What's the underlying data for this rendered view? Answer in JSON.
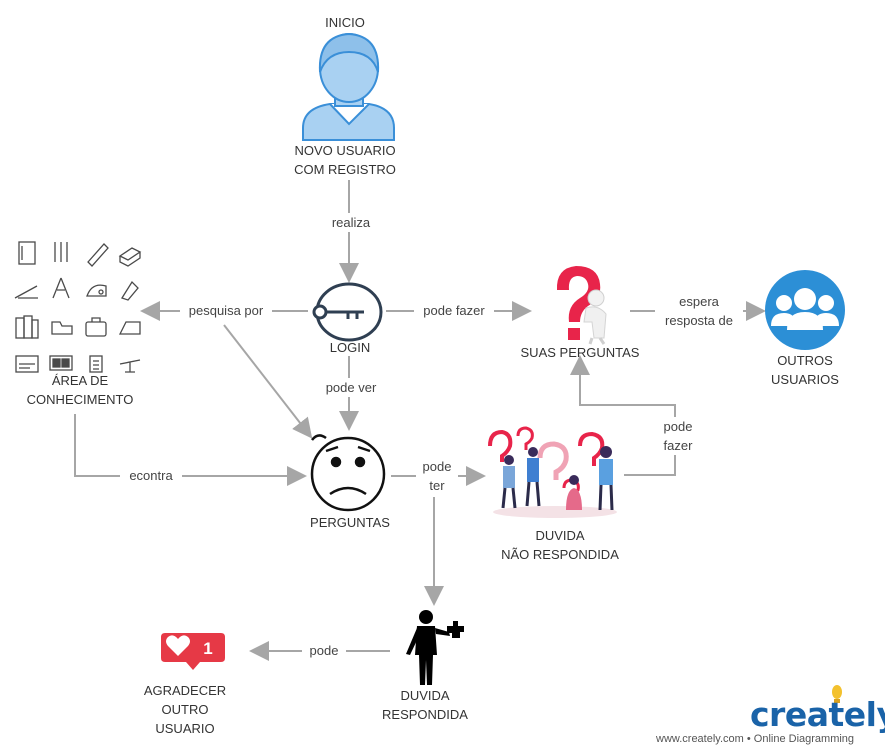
{
  "nodes": {
    "inicio": "INICIO",
    "novo_usuario": [
      "NOVO USUARIO",
      "COM REGISTRO"
    ],
    "login": "LOGIN",
    "suas_perguntas": "SUAS PERGUNTAS",
    "outros_usuarios": [
      "OUTROS",
      "USUARIOS"
    ],
    "area": [
      "ÁREA DE",
      "CONHECIMENTO"
    ],
    "perguntas": "PERGUNTAS",
    "duvida_nao": [
      "DUVIDA",
      "NÃO RESPONDIDA"
    ],
    "duvida_resp": [
      "DUVIDA",
      "RESPONDIDA"
    ],
    "agradecer": [
      "AGRADECER",
      "OUTRO",
      "USUARIO"
    ],
    "like_count": "1"
  },
  "edges": {
    "realiza": "realiza",
    "pesquisa_por": "pesquisa por",
    "pode_fazer": "pode fazer",
    "espera_resposta": [
      "espera",
      "resposta de"
    ],
    "pode_ver": "pode ver",
    "econtra": "econtra",
    "pode_ter": [
      "pode",
      "ter"
    ],
    "pode_fazer_2": [
      "pode",
      "fazer"
    ],
    "pode": "pode"
  },
  "brand": {
    "logo": "creately",
    "tagline": "www.creately.com • Online Diagramming"
  },
  "colors": {
    "connector": "#a6a6a6",
    "user_icon_fill": "#a9d1f2",
    "user_icon_stroke": "#3a8fd8",
    "group_icon": "#2c8fd6",
    "question_red": "#e8244a",
    "like_red": "#e63946",
    "brand_blue": "#1a63a8"
  }
}
